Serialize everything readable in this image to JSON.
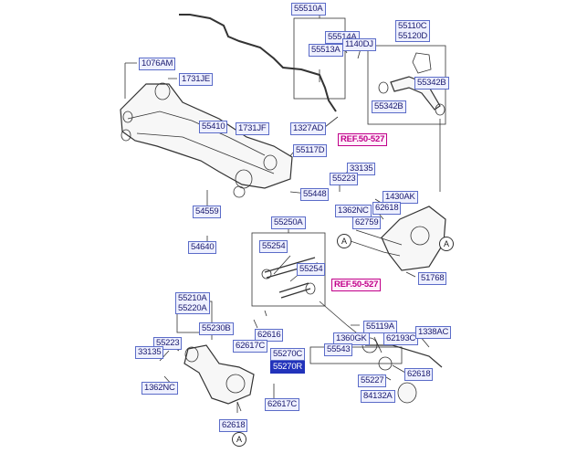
{
  "labels": {
    "l55510A": "55510A",
    "l55514A": "55514A",
    "l55513A": "55513A",
    "l1140DJ": "1140DJ",
    "l1076AM": "1076AM",
    "l1731JE": "1731JE",
    "l55410": "55410",
    "l1731JF": "1731JF",
    "l1327AD": "1327AD",
    "l55117D": "55117D",
    "l33135a": "33135",
    "l55223a": "55223",
    "l55448": "55448",
    "l1430AK": "1430AK",
    "l62618a": "62618",
    "l1362NCa": "1362NC",
    "l62759": "62759",
    "l54559": "54559",
    "l54640": "54640",
    "l55250A": "55250A",
    "l55254a": "55254",
    "l55254b": "55254",
    "l51768": "51768",
    "l62616": "62616",
    "l62617Ca": "62617C",
    "l55230B": "55230B",
    "l55223b": "55223",
    "l33135b": "33135",
    "l1362NCb": "1362NC",
    "l55119A": "55119A",
    "l1360GK": "1360GK",
    "l62193C": "62193C",
    "l1338AC": "1338AC",
    "l55543": "55543",
    "l55227": "55227",
    "l62618b": "62618",
    "l84132A": "84132A",
    "l62617Cb": "62617C",
    "l62618c": "62618",
    "l55342Ba": "55342B",
    "l55342Bb": "55342B"
  },
  "pairs": {
    "p55110C": [
      "55110C",
      "55120D"
    ],
    "p55210A": [
      "55210A",
      "55220A"
    ],
    "p55270C": [
      "55270C",
      "55270R"
    ]
  },
  "refs": {
    "r1": "REF.50-527",
    "r2": "REF.50-527"
  },
  "callouts": {
    "c1": "A",
    "c2": "A",
    "c3": "A"
  }
}
